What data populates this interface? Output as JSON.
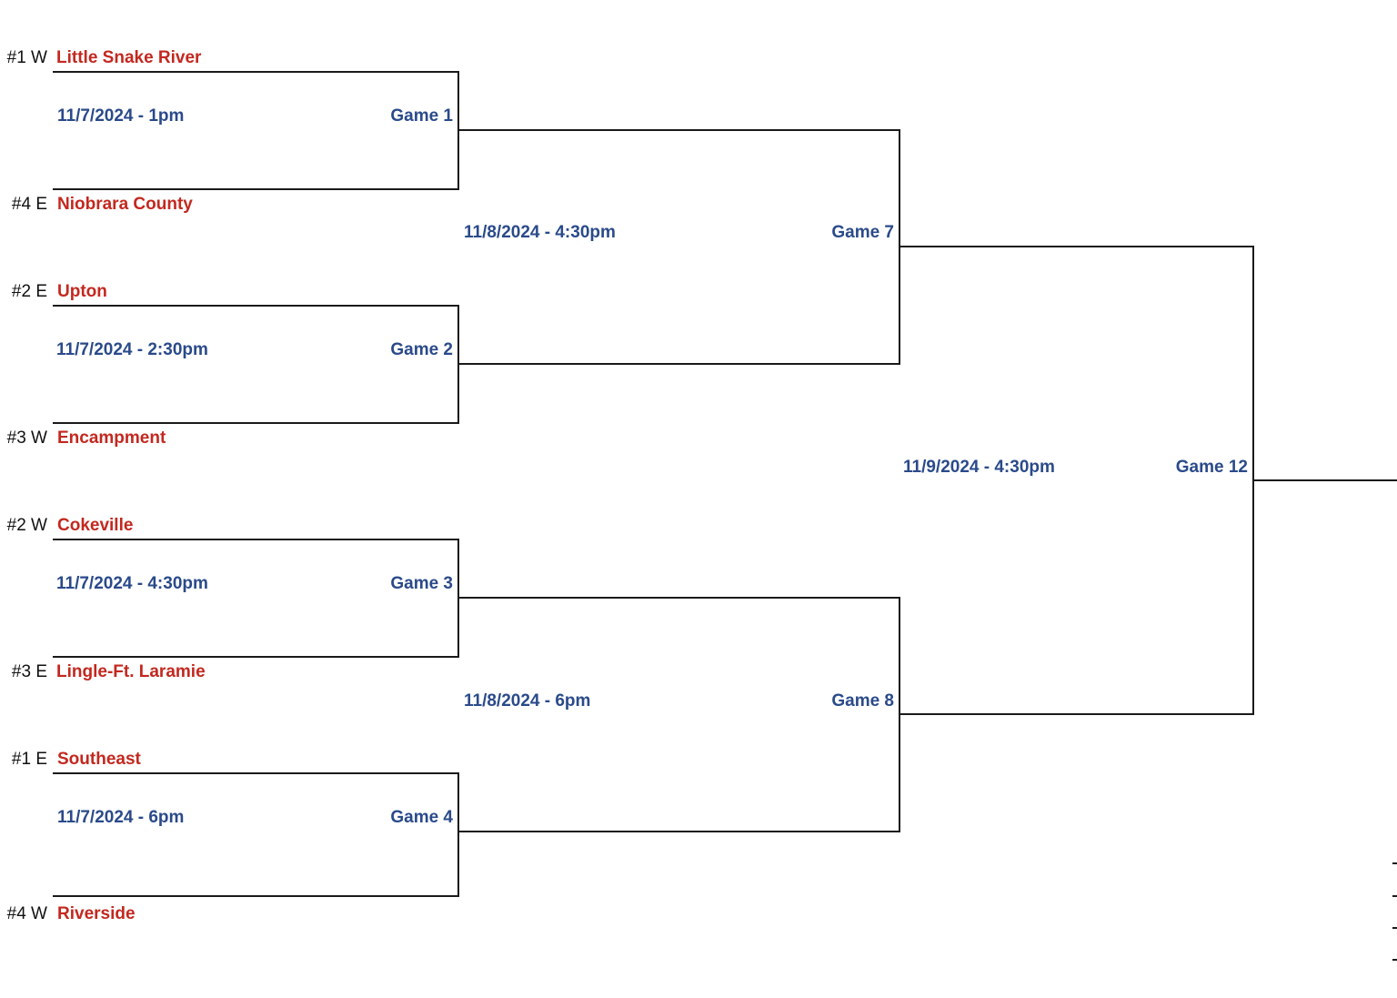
{
  "colors": {
    "team": "#c3281f",
    "schedule": "#2a4a8a",
    "seed": "#111111",
    "line": "#1a1a1a"
  },
  "teams": [
    {
      "seed": "#1 W",
      "name": "Little Snake River"
    },
    {
      "seed": "#4 E",
      "name": "Niobrara County"
    },
    {
      "seed": "#2 E",
      "name": "Upton"
    },
    {
      "seed": "#3 W",
      "name": "Encampment"
    },
    {
      "seed": "#2 W",
      "name": "Cokeville"
    },
    {
      "seed": "#3 E",
      "name": "Lingle-Ft. Laramie"
    },
    {
      "seed": "#1 E",
      "name": "Southeast"
    },
    {
      "seed": "#4 W",
      "name": "Riverside"
    }
  ],
  "round1": [
    {
      "date": "11/7/2024 - 1pm",
      "game": "Game 1"
    },
    {
      "date": "11/7/2024 - 2:30pm",
      "game": "Game 2"
    },
    {
      "date": "11/7/2024 - 4:30pm",
      "game": "Game 3"
    },
    {
      "date": "11/7/2024 - 6pm",
      "game": "Game 4"
    }
  ],
  "round2": [
    {
      "date": "11/8/2024 - 4:30pm",
      "game": "Game 7"
    },
    {
      "date": "11/8/2024 - 6pm",
      "game": "Game 8"
    }
  ],
  "round3": [
    {
      "date": "11/9/2024 - 4:30pm",
      "game": "Game 12"
    }
  ]
}
